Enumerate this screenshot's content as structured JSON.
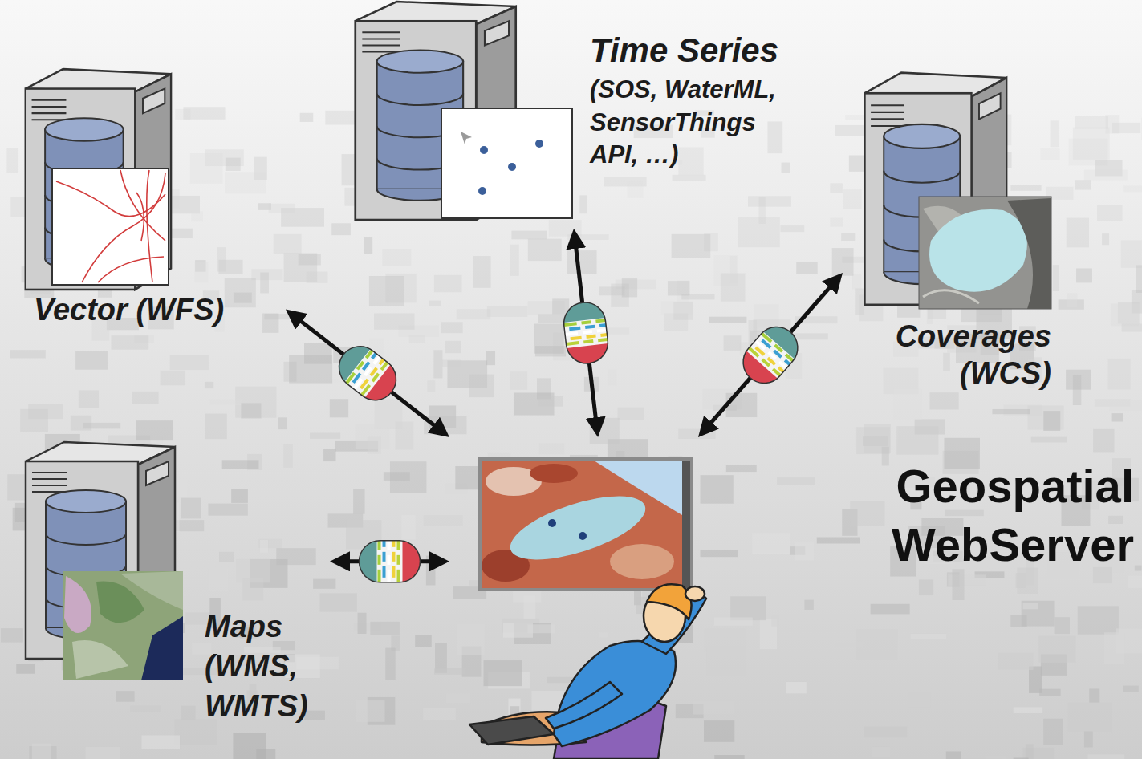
{
  "diagram": {
    "title": "Geospatial WebServer",
    "nodes": [
      {
        "text": [
          "Vector (WFS)"
        ]
      },
      {
        "text": [
          "Time Series",
          "(SOS, WaterML, SensorThings API, …)"
        ]
      },
      {
        "text": [
          "Coverages (WCS)"
        ]
      },
      {
        "text": [
          "Maps (WMS, WMTS)"
        ]
      },
      {
        "text": []
      }
    ],
    "edges": [
      {
        "from": 4,
        "to": 0,
        "arrow": "both"
      },
      {
        "from": 4,
        "to": 1,
        "arrow": "both"
      },
      {
        "from": 4,
        "to": 2,
        "arrow": "both"
      },
      {
        "from": 4,
        "to": 3,
        "arrow": "both"
      }
    ]
  }
}
